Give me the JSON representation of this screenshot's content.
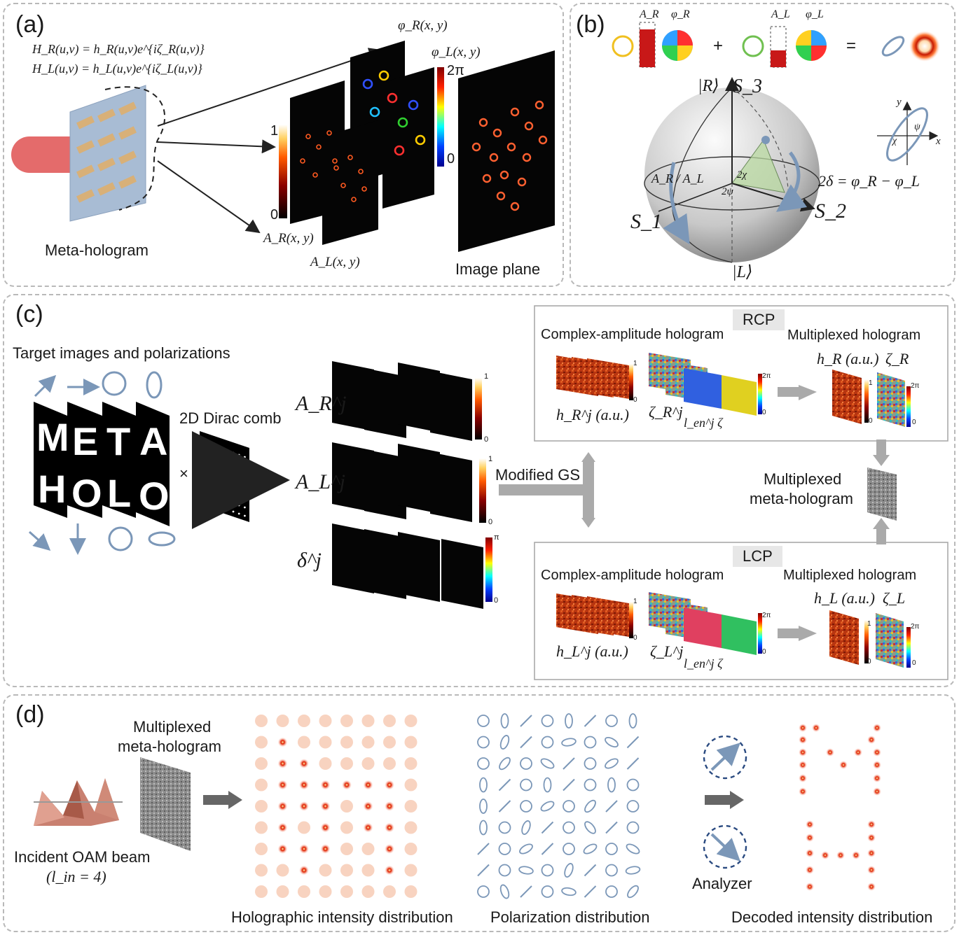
{
  "panels": {
    "a": {
      "label": "(a)",
      "eq_r": "H_R(u,v) = h_R(u,v)e^{iζ_R(u,v)}",
      "eq_l": "H_L(u,v) = h_L(u,v)e^{iζ_L(u,v)}",
      "meta_hologram": "Meta-hologram",
      "phi_r": "φ_R(x, y)",
      "phi_l": "φ_L(x, y)",
      "a_r": "A_R(x, y)",
      "a_l": "A_L(x, y)",
      "image_plane": "Image plane",
      "cbar_amp_top": "1",
      "cbar_amp_bottom": "0",
      "cbar_phase_top": "2π",
      "cbar_phase_bottom": "0"
    },
    "b": {
      "label": "(b)",
      "a_r": "A_R",
      "phi_r": "φ_R",
      "a_l": "A_L",
      "phi_l": "φ_L",
      "plus": "+",
      "equals": "=",
      "ket_r": "|R⟩",
      "ket_l": "|L⟩",
      "s1": "S_1",
      "s2": "S_2",
      "s3": "S_3",
      "ratio": "A_R / A_L",
      "two_chi": "2χ",
      "two_psi": "2ψ",
      "delta_eq": "2δ = φ_R − φ_L",
      "ellipse_x": "x",
      "ellipse_y": "y",
      "ellipse_psi": "ψ",
      "ellipse_chi": "χ"
    },
    "c": {
      "label": "(c)",
      "target_title": "Target images and polarizations",
      "letters_top": [
        "M",
        "E",
        "T",
        "A"
      ],
      "letters_bottom": [
        "H",
        "O",
        "L",
        "O"
      ],
      "times": "×",
      "dirac": "2D Dirac comb",
      "arj": "A_R^j",
      "alj": "A_L^j",
      "deltaj": "δ^j",
      "cbar_one": "1",
      "cbar_zero": "0",
      "cbar_pi": "π",
      "modified_gs": "Modified GS",
      "rcp": "RCP",
      "lcp": "LCP",
      "complex_amp": "Complex-amplitude  hologram",
      "multiplexed_holo": "Multiplexed  hologram",
      "hr_au": "h_R (a.u.)",
      "zeta_r": "ζ_R",
      "hl_au": "h_L (a.u.)",
      "zeta_l": "ζ_L",
      "hrj_au": "h_R^j (a.u.)",
      "hlj_au": "h_L^j (a.u.)",
      "zetarj": "ζ_R^j",
      "zetalj": "ζ_L^j",
      "lenzeta": "l_en^j ζ",
      "two_pi": "2π",
      "multiplexed_meta_1": "Multiplexed",
      "multiplexed_meta_2": "meta-hologram"
    },
    "d": {
      "label": "(d)",
      "multiplexed_1": "Multiplexed",
      "multiplexed_2": "meta-hologram",
      "incident": "Incident OAM beam",
      "lin": "(l_in = 4)",
      "holo_intensity": "Holographic intensity distribution",
      "pol_dist": "Polarization distribution",
      "analyzer": "Analyzer",
      "decoded": "Decoded intensity distribution"
    }
  },
  "colors": {
    "border": "#b9b9b9",
    "arrow_gray": "#a9a9a9",
    "pol_blue": "#7b97b8",
    "beam_red": "#e46b6b",
    "spot_red": "#d9200f"
  }
}
